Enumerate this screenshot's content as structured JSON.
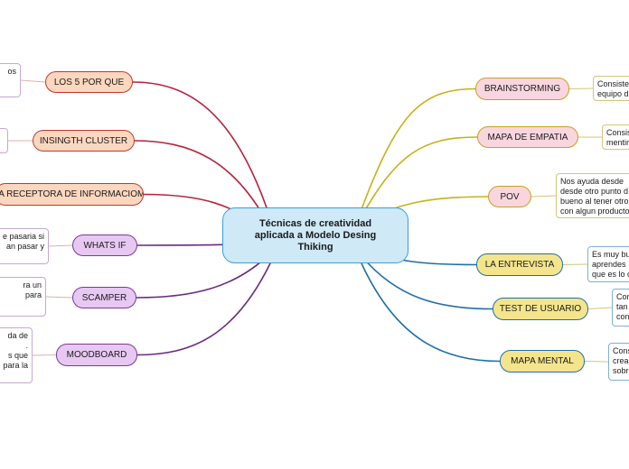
{
  "colors": {
    "center_bg": "#cfe9f7",
    "center_border": "#3a9fd6",
    "red": "#b5233c",
    "purple": "#6a2a80",
    "gold": "#c8b11a",
    "blue": "#1e6fa8",
    "peach_fill": "#fbd7bf",
    "peach_border": "#c0392b",
    "lilac_fill": "#e7c8f2",
    "lilac_border": "#7b3a93",
    "pink_fill": "#f9d6df",
    "pink_border": "#c8a21b",
    "yellow_fill": "#f4e58c",
    "yellow_border": "#1e6fa8"
  },
  "center": {
    "title": "Técnicas de creatividad aplicada a Modelo Desing Thiking"
  },
  "left_topics": [
    {
      "label": "LOS 5 POR QUE",
      "note": [
        "os"
      ]
    },
    {
      "label": "INSINGTH CLUSTER",
      "note": [
        ""
      ]
    },
    {
      "label": "LA RECEPTORA DE INFORMACIOM",
      "note": []
    },
    {
      "label": "WHATS IF",
      "note": [
        "e pasaria si",
        "an pasar y"
      ]
    },
    {
      "label": "SCAMPER",
      "note": [
        "ra un",
        "para"
      ]
    },
    {
      "label": "MOODBOARD",
      "note": [
        "da de",
        ".",
        "s que",
        "para la"
      ]
    }
  ],
  "right_topics": [
    {
      "label": "BRAINSTORMING",
      "note": [
        "Consiste",
        "equipo d"
      ]
    },
    {
      "label": "MAPA DE EMPATIA",
      "note": [
        "Consis",
        "mentir"
      ]
    },
    {
      "label": "POV",
      "note": [
        "Nos ayuda desde",
        "desde otro punto d",
        "bueno al tener otro",
        "con algun producto"
      ]
    },
    {
      "label": "LA ENTREVISTA",
      "note": [
        "Es muy bu",
        "aprendes",
        "que es lo c"
      ]
    },
    {
      "label": "TEST DE USUARIO",
      "note": [
        "Con",
        "tan",
        "con"
      ]
    },
    {
      "label": "MAPA MENTAL",
      "note": [
        "Cons",
        "crea",
        "sobr"
      ]
    }
  ]
}
